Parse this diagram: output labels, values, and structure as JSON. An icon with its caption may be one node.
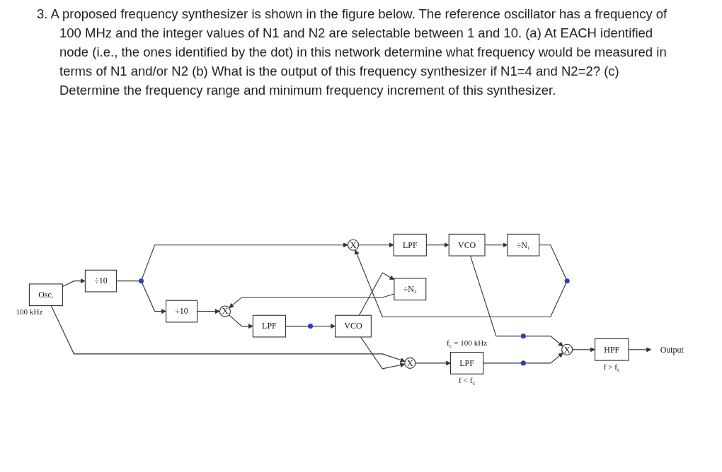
{
  "diagram": {
    "title": "3. A proposed frequency synthesizer is shown in the figure below. The reference oscillator has a frequency of 100 MHz and the integer values of N1 and N2 are selectable between 1 and 10. (a) At EACH identified node (i.e., the ones identified by the dot) in this network determine what frequency would be measured in terms of N1 and/or N2 (b) What is the output of this frequency synthesizer if N1=4 and N2=2? (c) Determine the frequency range and minimum frequency increment of this synthesizer.",
    "nodes": [
      {
        "text": [
          "X"
        ]
      },
      {
        "text": [
          "LPF"
        ]
      },
      {
        "text": [],
        "shape": "circle"
      },
      {
        "text": [],
        "shape": "circle"
      },
      {
        "text": [
          "Osc."
        ],
        "beside": [
          "100 kHz"
        ]
      },
      {
        "text": [
          "÷10"
        ]
      },
      {
        "text": [],
        "shape": "circle"
      },
      {
        "text": [
          "÷10"
        ]
      },
      {
        "text": [
          "÷N₁"
        ]
      },
      {
        "text": [
          "VCO"
        ]
      },
      {
        "text": [
          "X"
        ]
      },
      {
        "text": [
          "HPF"
        ],
        "beside": [
          "f > f$_{c}$"
        ]
      },
      {
        "text": [
          "Output"
        ]
      },
      {
        "text": [
          "X"
        ]
      },
      {
        "text": [
          "LPF"
        ]
      },
      {
        "text": [],
        "shape": "circle"
      },
      {
        "text": [],
        "shape": "circle"
      },
      {
        "text": [
          "÷N₂"
        ]
      },
      {
        "text": [
          "VCO"
        ]
      },
      {
        "text": [
          "X"
        ]
      },
      {
        "text": [
          "LPF"
        ],
        "beside": [
          "f$_{c}$ = 100 kHz",
          "f < f$_{c}$"
        ]
      }
    ],
    "edges": [
      {
        "from": 4,
        "to": 5,
        "arrow": "to"
      },
      {
        "from": 4,
        "to": 19,
        "arrow": "to"
      },
      {
        "from": 5,
        "to": 6,
        "arrow": "none"
      },
      {
        "from": 6,
        "to": 7,
        "arrow": "to"
      },
      {
        "from": 6,
        "to": 0,
        "arrow": "to"
      },
      {
        "from": 7,
        "to": 13,
        "arrow": "to"
      },
      {
        "from": 0,
        "to": 1,
        "arrow": "to"
      },
      {
        "from": 1,
        "to": 9,
        "arrow": "to"
      },
      {
        "from": 9,
        "to": 8,
        "arrow": "to"
      },
      {
        "from": 9,
        "to": 2,
        "arrow": "none"
      },
      {
        "from": 2,
        "to": 10,
        "arrow": "to"
      },
      {
        "from": 8,
        "to": 3,
        "arrow": "none"
      },
      {
        "from": 3,
        "to": 0,
        "arrow": "to"
      },
      {
        "from": 13,
        "to": 14,
        "arrow": "to"
      },
      {
        "from": 14,
        "to": 15,
        "arrow": "none"
      },
      {
        "from": 15,
        "to": 18,
        "arrow": "to"
      },
      {
        "from": 18,
        "to": 17,
        "arrow": "to"
      },
      {
        "from": 18,
        "to": 19,
        "arrow": "to"
      },
      {
        "from": 17,
        "to": 13,
        "arrow": "to"
      },
      {
        "from": 19,
        "to": 20,
        "arrow": "to"
      },
      {
        "from": 20,
        "to": 16,
        "arrow": "none"
      },
      {
        "from": 16,
        "to": 10,
        "arrow": "to"
      },
      {
        "from": 10,
        "to": 11,
        "arrow": "to"
      },
      {
        "from": 11,
        "to": 12,
        "arrow": "to"
      }
    ]
  }
}
